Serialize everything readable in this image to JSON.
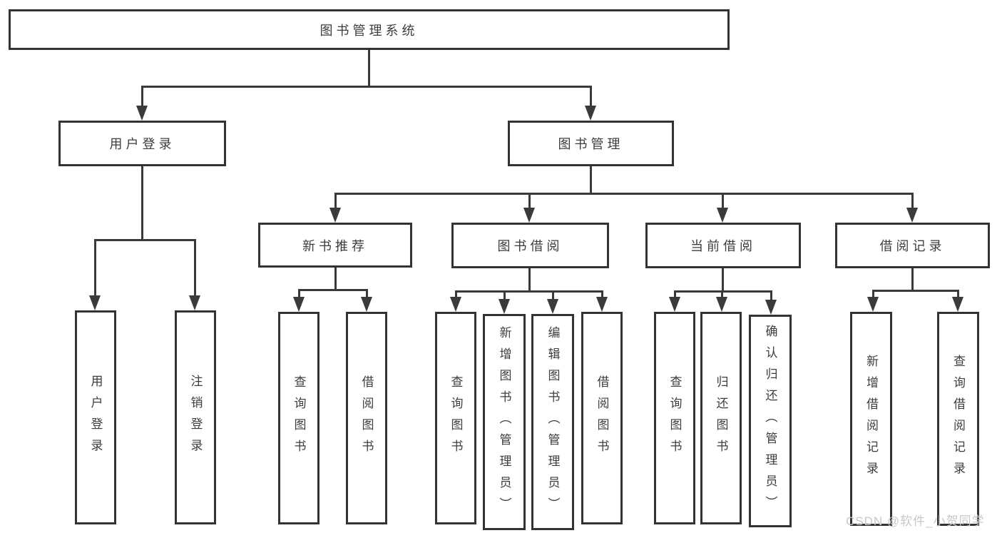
{
  "tree": {
    "root": {
      "label": "图书管理系统"
    },
    "branches": [
      {
        "label": "用户登录",
        "children": [
          {
            "label": "用户登录"
          },
          {
            "label": "注销登录"
          }
        ]
      },
      {
        "label": "图书管理",
        "children": [
          {
            "label": "新书推荐",
            "children": [
              {
                "label": "查询图书"
              },
              {
                "label": "借阅图书"
              }
            ]
          },
          {
            "label": "图书借阅",
            "children": [
              {
                "label": "查询图书"
              },
              {
                "label": "新增图书（管理员）"
              },
              {
                "label": "编辑图书（管理员）"
              },
              {
                "label": "借阅图书"
              }
            ]
          },
          {
            "label": "当前借阅",
            "children": [
              {
                "label": "查询图书"
              },
              {
                "label": "归还图书"
              },
              {
                "label": "确认归还（管理员）"
              }
            ]
          },
          {
            "label": "借阅记录",
            "children": [
              {
                "label": "新增借阅记录"
              },
              {
                "label": "查询借阅记录"
              }
            ]
          }
        ]
      }
    ]
  },
  "watermark": {
    "text": "CSDN @软件_小贺同学"
  },
  "colors": {
    "line": "#3a3a3a",
    "box_border": "#333333",
    "box_fill": "#ffffff",
    "text": "#3d3d3d",
    "watermark": "#c8c8c8",
    "background": "#ffffff"
  }
}
